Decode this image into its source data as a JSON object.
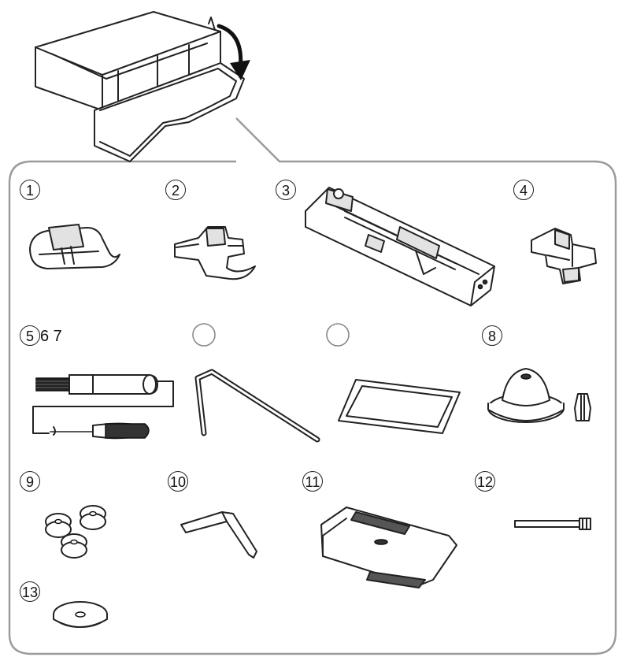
{
  "labels": {
    "l1": "1",
    "l2": "2",
    "l3": "3",
    "l4": "4",
    "l5": "5",
    "l6_7": "6 7",
    "l8": "8",
    "l9": "9",
    "l10": "10",
    "l11": "11",
    "l12": "12",
    "l13": "13"
  },
  "icons": {
    "box": "accessory-box-icon",
    "arrow": "curved-arrow-icon",
    "zigzag_foot": "zigzag-foot-icon",
    "zipper_foot": "zipper-foot-icon",
    "buttonhole_foot": "buttonhole-foot-icon",
    "button_foot": "button-sewing-foot-icon",
    "brush_seam_ripper": "brush-seam-ripper-icon",
    "edge_guide": "edge-quilting-guide-icon",
    "needle_pack": "needle-pack-icon",
    "spool_cap": "spool-cap-icon",
    "bobbins": "bobbins-icon",
    "screwdriver": "screwdriver-icon",
    "darning_plate": "darning-plate-icon",
    "spool_pin": "spool-pin-icon",
    "felt": "felt-washer-icon"
  }
}
